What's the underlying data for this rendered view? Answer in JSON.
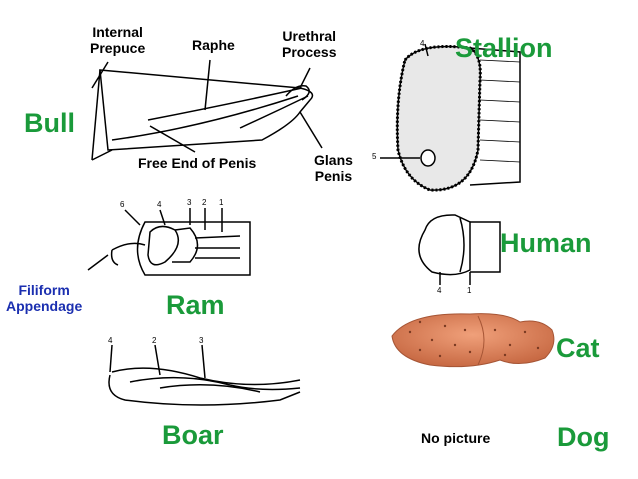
{
  "labels": {
    "internal_prepuce": "Internal\nPrepuce",
    "raphe": "Raphe",
    "urethral_process": "Urethral\nProcess",
    "free_end": "Free End of Penis",
    "glans_penis": "Glans\nPenis",
    "filiform": "Filiform\nAppendage",
    "no_picture": "No picture"
  },
  "species": {
    "bull": "Bull",
    "stallion": "Stallion",
    "human": "Human",
    "ram": "Ram",
    "cat": "Cat",
    "boar": "Boar",
    "dog": "Dog"
  },
  "figure_numbers": {
    "stallion_4": "4",
    "stallion_5": "5",
    "ram_6": "6",
    "ram_4": "4",
    "ram_3": "3",
    "ram_2": "2",
    "ram_1": "1",
    "human_4": "4",
    "human_1": "1",
    "boar_4": "4",
    "boar_2": "2",
    "boar_3": "3"
  },
  "colors": {
    "species_label": "#1a9a3a",
    "filiform_label": "#1b2fb0",
    "cat_penis": "#d97f5a"
  }
}
